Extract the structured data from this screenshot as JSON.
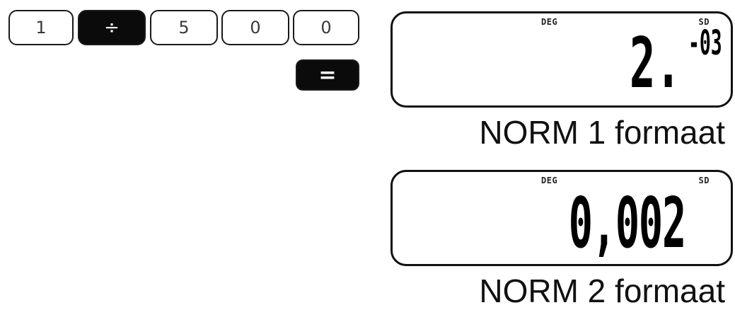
{
  "keys": [
    {
      "label": "1"
    },
    {
      "label": "÷"
    },
    {
      "label": "5"
    },
    {
      "label": "0"
    },
    {
      "label": "0"
    }
  ],
  "equals_key": {
    "label": "="
  },
  "displays": [
    {
      "indicator_deg": "DEG",
      "indicator_sd": "SD",
      "mantissa": "2.",
      "exponent": "-03",
      "caption": "NORM 1 formaat"
    },
    {
      "indicator_deg": "DEG",
      "indicator_sd": "SD",
      "value": "0,002",
      "caption": "NORM 2 formaat"
    }
  ],
  "colors": {
    "key_dark": "#0b0b0b",
    "key_border": "#1a1a1a",
    "lcd_border": "#111111"
  }
}
